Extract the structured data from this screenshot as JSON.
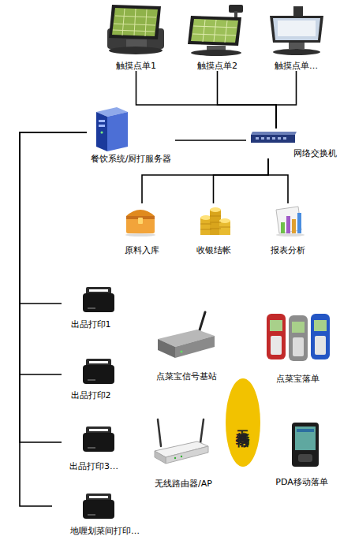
{
  "diagram": {
    "nodes": [
      {
        "text": [
          "触摸点单1"
        ]
      },
      {
        "text": [
          "触摸点单2"
        ]
      },
      {
        "text": [
          "触摸点单…"
        ]
      },
      {
        "text": [
          "餐饮系统/厨打服务器"
        ]
      },
      {
        "text": [
          "网络交换机"
        ]
      },
      {
        "text": [
          "原料入库"
        ]
      },
      {
        "text": [
          "收银结帐"
        ]
      },
      {
        "text": [
          "报表分析"
        ]
      },
      {
        "text": [
          "出品打印1"
        ]
      },
      {
        "text": [
          "点菜宝信号基站"
        ]
      },
      {
        "text": [
          "点菜宝落单"
        ]
      },
      {
        "text": [
          "出品打印2"
        ]
      },
      {
        "text": [
          "无线信号"
        ]
      },
      {
        "text": [
          "出品打印3…"
        ]
      },
      {
        "text": [
          "无线路由器/AP"
        ]
      },
      {
        "text": [
          "PDA移动落单"
        ]
      },
      {
        "text": [
          "地喱划菜间打印…"
        ]
      }
    ],
    "edges": [
      {
        "from": 0,
        "to": 4,
        "arrow": "none"
      },
      {
        "from": 1,
        "to": 4,
        "arrow": "none"
      },
      {
        "from": 2,
        "to": 4,
        "arrow": "none"
      },
      {
        "from": 3,
        "to": 4,
        "arrow": "none"
      },
      {
        "from": 4,
        "to": 5,
        "arrow": "none"
      },
      {
        "from": 4,
        "to": 6,
        "arrow": "none"
      },
      {
        "from": 4,
        "to": 7,
        "arrow": "none"
      },
      {
        "from": 3,
        "to": 8,
        "arrow": "none"
      },
      {
        "from": 3,
        "to": 11,
        "arrow": "none"
      },
      {
        "from": 3,
        "to": 13,
        "arrow": "none"
      },
      {
        "from": 3,
        "to": 16,
        "arrow": "none"
      }
    ]
  }
}
